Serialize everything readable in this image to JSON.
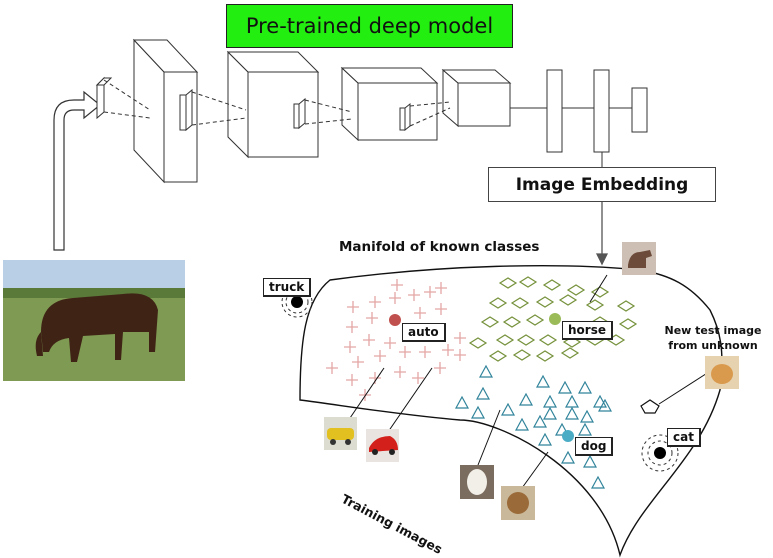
{
  "title": "Pre-trained deep model",
  "embedding_label": "Image Embedding",
  "manifold_label": "Manifold of known classes",
  "new_image_label_line1": "New test image",
  "new_image_label_line2": "from unknown",
  "training_label": "Training images",
  "classes": {
    "truck": "truck",
    "auto": "auto",
    "horse": "horse",
    "dog": "dog",
    "cat": "cat"
  },
  "colors": {
    "title_bg": "#22ee10",
    "auto": "#c0504d",
    "auto_markers": "#e3a6a4",
    "horse": "#9bbb59",
    "horse_markers": "#76923c",
    "dog": "#4bacc6",
    "dog_markers": "#31849b",
    "known_unknown": "#000000"
  },
  "icons": {
    "input_image": "horse-photo",
    "arrow": "up-right-arrow",
    "embedding_arrow": "down-arrow"
  }
}
